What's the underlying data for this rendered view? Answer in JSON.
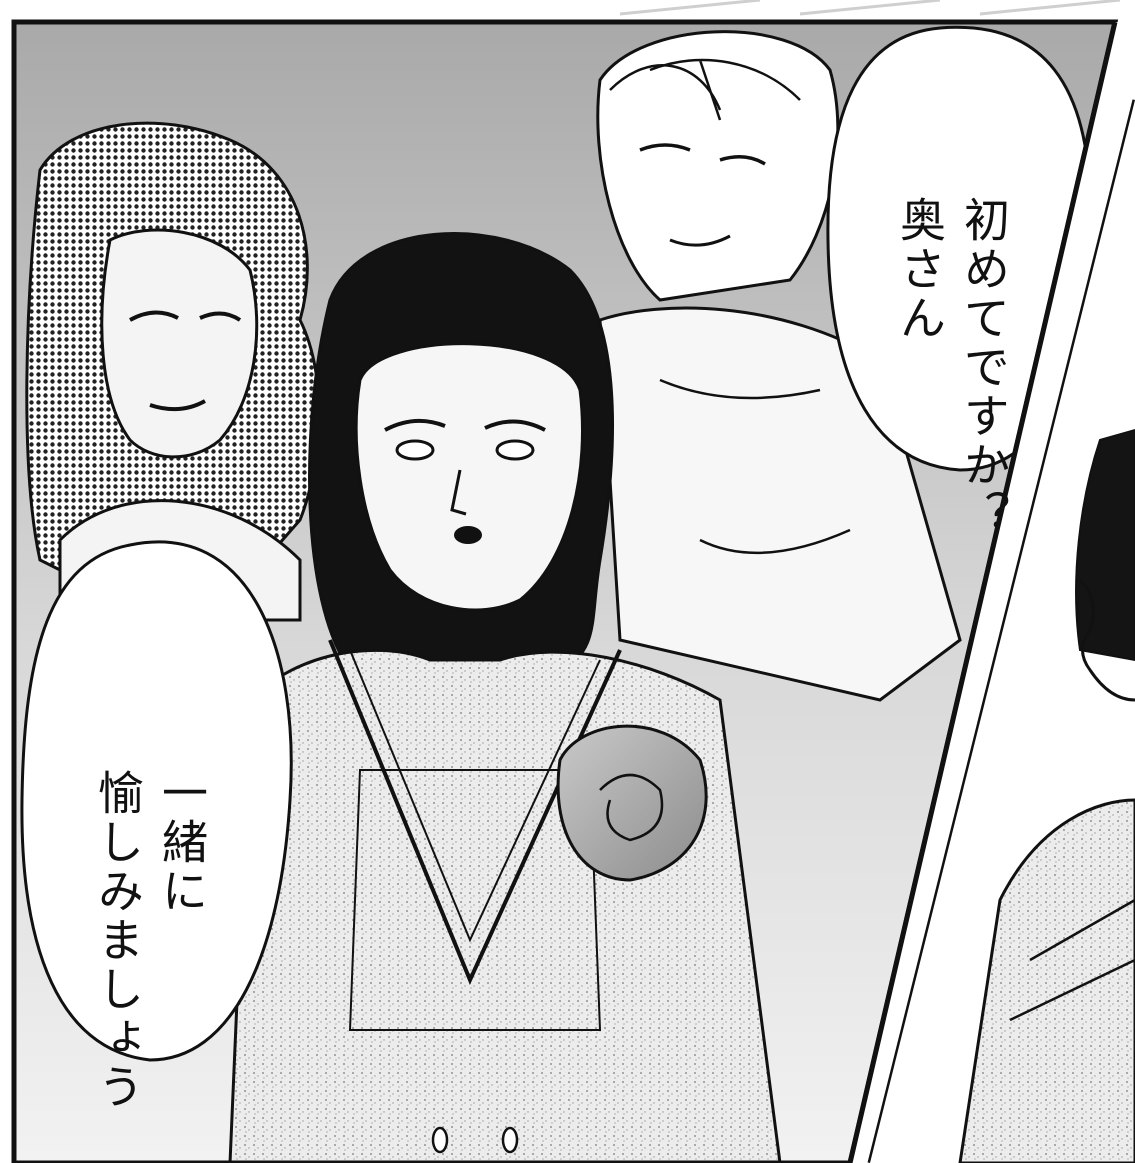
{
  "balloons": {
    "right": {
      "line1": "初めてですか？",
      "line2": "奥さん"
    },
    "left": {
      "line1": "一緒に",
      "line2": "愉しみましょう"
    }
  },
  "colors": {
    "ink": "#111111",
    "paper": "#ffffff",
    "screentone": "#bdbdbd",
    "skin": "#f4f4f4"
  }
}
